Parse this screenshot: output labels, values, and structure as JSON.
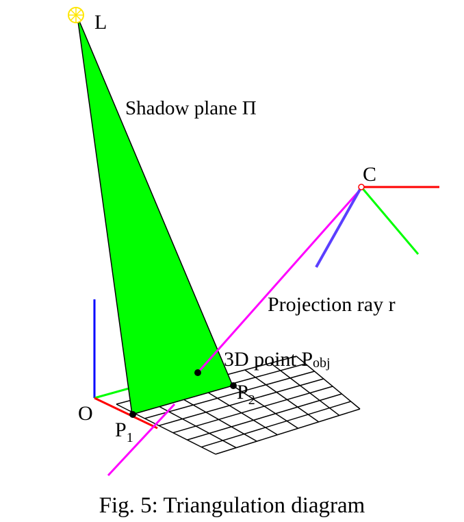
{
  "labels": {
    "light": "L",
    "plane_name": "Shadow plane ",
    "plane_symbol": "Π",
    "camera": "C",
    "ray": "Projection ray r",
    "point_text": "3D point  P",
    "point_sub": "obj",
    "p1_main": "P",
    "p1_sub": "1",
    "p2_main": "P",
    "p2_sub": "2",
    "origin": "O"
  },
  "caption": "Fig. 5: Triangulation diagram",
  "colors": {
    "plane": "#00ff00",
    "ray": "#ff00ff",
    "axis_x": "#ff0000",
    "axis_y": "#00ff00",
    "axis_z": "#0000ff",
    "camera_z": "#5b3fff",
    "light_icon": "#ffe600",
    "grid": "#000000"
  }
}
